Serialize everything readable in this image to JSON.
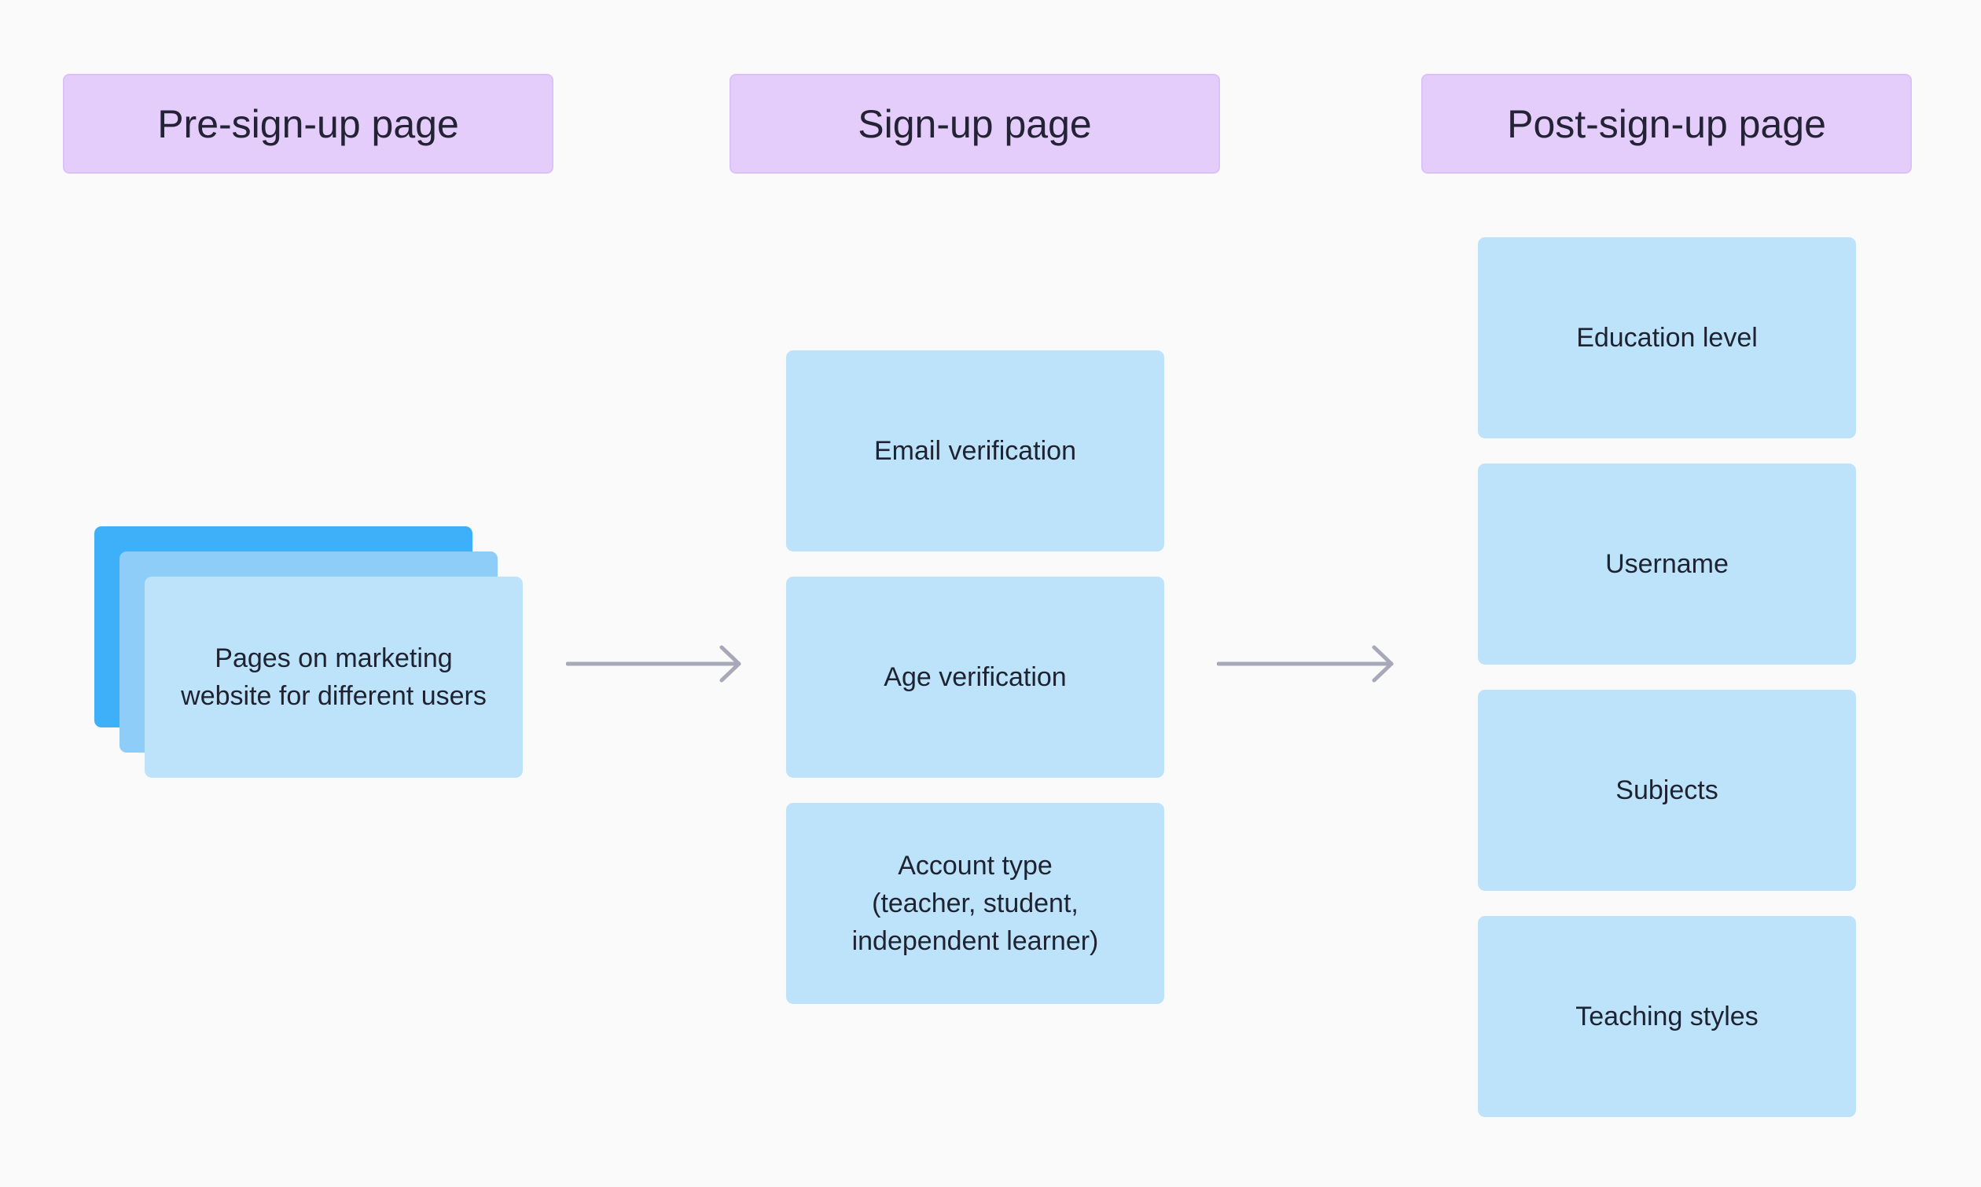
{
  "headers": {
    "pre_sign_up": "Pre-sign-up page",
    "sign_up": "Sign-up page",
    "post_sign_up": "Post-sign-up page"
  },
  "pre_sign_up": {
    "card_label": "Pages on marketing\nwebsite for different users"
  },
  "sign_up": {
    "items": [
      "Email verification",
      "Age verification",
      "Account type\n(teacher, student,\nindependent learner)"
    ]
  },
  "post_sign_up": {
    "items": [
      "Education level",
      "Username",
      "Subjects",
      "Teaching styles"
    ]
  },
  "colors": {
    "background": "#fafafa",
    "header_fill": "#e4ccfb",
    "box_fill": "#bde3fb",
    "stack_back": "#3eaff9",
    "stack_mid": "#8fcdf9",
    "arrow": "#a7a9b9"
  }
}
